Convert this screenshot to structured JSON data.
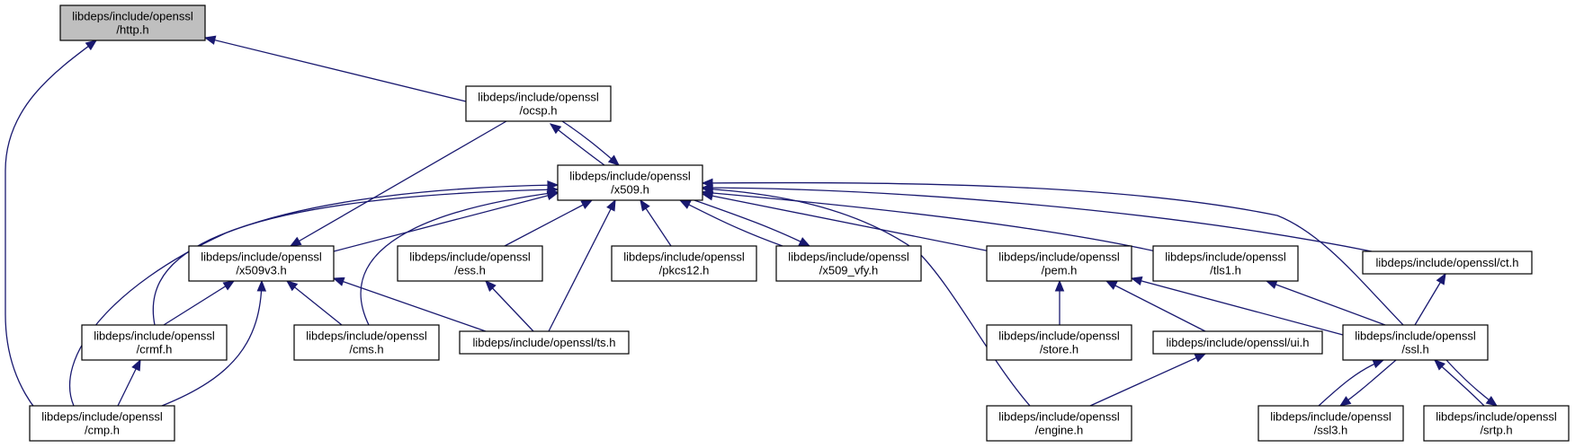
{
  "diagram": {
    "nodes": [
      {
        "id": "http",
        "lines": [
          "libdeps/include/openssl",
          "/http.h"
        ],
        "highlight": true
      },
      {
        "id": "ocsp",
        "lines": [
          "libdeps/include/openssl",
          "/ocsp.h"
        ]
      },
      {
        "id": "x509",
        "lines": [
          "libdeps/include/openssl",
          "/x509.h"
        ]
      },
      {
        "id": "x509v3",
        "lines": [
          "libdeps/include/openssl",
          "/x509v3.h"
        ]
      },
      {
        "id": "ess",
        "lines": [
          "libdeps/include/openssl",
          "/ess.h"
        ]
      },
      {
        "id": "pkcs12",
        "lines": [
          "libdeps/include/openssl",
          "/pkcs12.h"
        ]
      },
      {
        "id": "x509_vfy",
        "lines": [
          "libdeps/include/openssl",
          "/x509_vfy.h"
        ]
      },
      {
        "id": "pem",
        "lines": [
          "libdeps/include/openssl",
          "/pem.h"
        ]
      },
      {
        "id": "tls1",
        "lines": [
          "libdeps/include/openssl",
          "/tls1.h"
        ]
      },
      {
        "id": "ct",
        "lines": [
          "libdeps/include/openssl/ct.h"
        ]
      },
      {
        "id": "crmf",
        "lines": [
          "libdeps/include/openssl",
          "/crmf.h"
        ]
      },
      {
        "id": "cms",
        "lines": [
          "libdeps/include/openssl",
          "/cms.h"
        ]
      },
      {
        "id": "ts",
        "lines": [
          "libdeps/include/openssl/ts.h"
        ]
      },
      {
        "id": "store",
        "lines": [
          "libdeps/include/openssl",
          "/store.h"
        ]
      },
      {
        "id": "ui",
        "lines": [
          "libdeps/include/openssl/ui.h"
        ]
      },
      {
        "id": "ssl",
        "lines": [
          "libdeps/include/openssl",
          "/ssl.h"
        ]
      },
      {
        "id": "cmp",
        "lines": [
          "libdeps/include/openssl",
          "/cmp.h"
        ]
      },
      {
        "id": "engine",
        "lines": [
          "libdeps/include/openssl",
          "/engine.h"
        ]
      },
      {
        "id": "ssl3",
        "lines": [
          "libdeps/include/openssl",
          "/ssl3.h"
        ]
      },
      {
        "id": "srtp",
        "lines": [
          "libdeps/include/openssl",
          "/srtp.h"
        ]
      }
    ],
    "edges": [
      {
        "from": "ocsp",
        "to": "http"
      },
      {
        "from": "cmp",
        "to": "http"
      },
      {
        "from": "x509",
        "to": "ocsp"
      },
      {
        "from": "ocsp",
        "to": "x509"
      },
      {
        "from": "ocsp",
        "to": "x509v3"
      },
      {
        "from": "x509v3",
        "to": "x509"
      },
      {
        "from": "ess",
        "to": "x509"
      },
      {
        "from": "pkcs12",
        "to": "x509"
      },
      {
        "from": "x509_vfy",
        "to": "x509"
      },
      {
        "from": "x509",
        "to": "x509_vfy"
      },
      {
        "from": "pem",
        "to": "x509"
      },
      {
        "from": "tls1",
        "to": "x509"
      },
      {
        "from": "ct",
        "to": "x509"
      },
      {
        "from": "ssl",
        "to": "x509"
      },
      {
        "from": "ts",
        "to": "x509"
      },
      {
        "from": "cms",
        "to": "x509"
      },
      {
        "from": "crmf",
        "to": "x509"
      },
      {
        "from": "cmp",
        "to": "x509"
      },
      {
        "from": "engine",
        "to": "x509"
      },
      {
        "from": "crmf",
        "to": "x509v3"
      },
      {
        "from": "cms",
        "to": "x509v3"
      },
      {
        "from": "ts",
        "to": "x509v3"
      },
      {
        "from": "cmp",
        "to": "x509v3"
      },
      {
        "from": "ts",
        "to": "ess"
      },
      {
        "from": "cmp",
        "to": "crmf"
      },
      {
        "from": "store",
        "to": "pem"
      },
      {
        "from": "ui",
        "to": "pem"
      },
      {
        "from": "ssl",
        "to": "pem"
      },
      {
        "from": "ssl",
        "to": "tls1"
      },
      {
        "from": "ssl",
        "to": "ct"
      },
      {
        "from": "engine",
        "to": "ui"
      },
      {
        "from": "ssl3",
        "to": "ssl"
      },
      {
        "from": "ssl",
        "to": "ssl3"
      },
      {
        "from": "srtp",
        "to": "ssl"
      },
      {
        "from": "ssl",
        "to": "srtp"
      }
    ]
  }
}
